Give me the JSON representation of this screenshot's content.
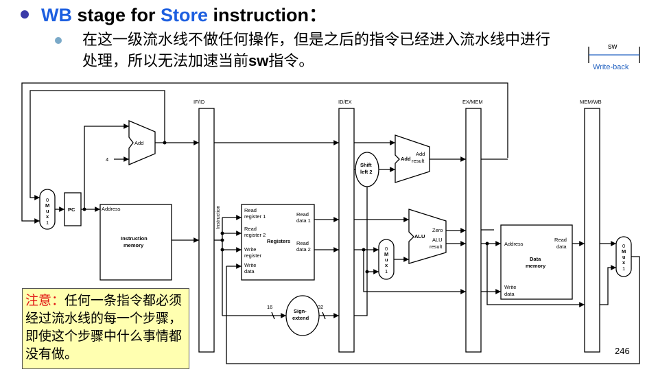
{
  "title": {
    "prefix": "WB",
    "mid": " stage for ",
    "highlight": "Store",
    "suffix": " instruction："
  },
  "bullet": {
    "text_before": "在这一级流水线不做任何操作，但是之后的指令已经进入流水线中进行处理，所以无法加速当前",
    "bold": "sw",
    "text_after": "指令。"
  },
  "legend": {
    "instr": "sw",
    "stage": "Write-back"
  },
  "note": {
    "label": "注意：",
    "text": "任何一条指令都必须经过流水线的每一个步骤，即使这个步骤中什么事情都没有做。"
  },
  "page_number": "246",
  "diagram": {
    "pipeline_regs": [
      "IF/ID",
      "ID/EX",
      "EX/MEM",
      "MEM/WB"
    ],
    "pc": "PC",
    "adder1": "Add",
    "const4": "4",
    "imem": {
      "l1": "Instruction",
      "l2": "memory",
      "addr": "Address",
      "instr": "Instruction"
    },
    "regs": {
      "title": "Registers",
      "rr1_a": "Read",
      "rr1_b": "register 1",
      "rr2_a": "Read",
      "rr2_b": "register 2",
      "wr_a": "Write",
      "wr_b": "register",
      "wd_a": "Write",
      "wd_b": "data",
      "rd1_a": "Read",
      "rd1_b": "data 1",
      "rd2_a": "Read",
      "rd2_b": "data 2"
    },
    "shift": {
      "l1": "Shift",
      "l2": "left 2"
    },
    "adder2": {
      "label": "Add",
      "res_a": "Add",
      "res_b": "result"
    },
    "alu": {
      "label": "ALU",
      "zero": "Zero",
      "res_a": "ALU",
      "res_b": "result"
    },
    "dmem": {
      "l1": "Data",
      "l2": "memory",
      "addr": "Address",
      "rd_a": "Read",
      "rd_b": "data",
      "wd_a": "Write",
      "wd_b": "data"
    },
    "signext": {
      "l1": "Sign-",
      "l2": "extend",
      "in_bits": "16",
      "out_bits": "32"
    },
    "mux": {
      "zero": "0",
      "m": "M",
      "u": "u",
      "x": "x",
      "one": "1"
    }
  }
}
